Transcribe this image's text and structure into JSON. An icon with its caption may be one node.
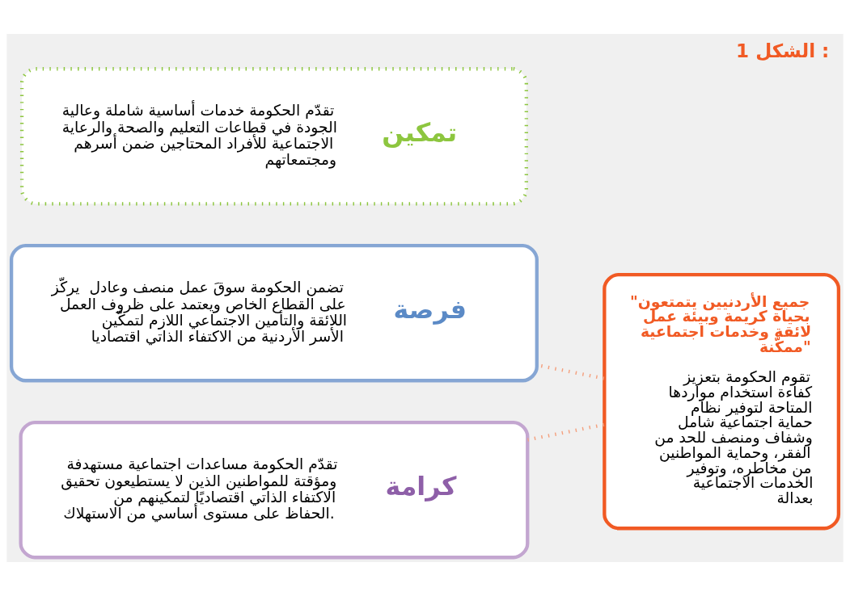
{
  "diagram": {
    "title": "الشكل 1 :",
    "nodes": [
      {
        "text": [
          "\"جميع الأردنيين يتمتعون بحياة كريمة وبيئة عمل لائقة وخدمات اجتماعية ممكّنة\"",
          "تقوم الحكومة بتعزيز كفاءة استخدام مواردها المتاحة لتوفير نظام حماية اجتماعية شامل وشفاف ومنصف للحد من الفقر، وحماية المواطنين من مخاطره، وتوفير الخدمات الاجتماعية بعدالة"
        ]
      },
      {
        "text": [
          "فرصة",
          "تضمن الحكومة سوقَ عمل منصف وعادل  يركّز على القطاع الخاص ويعتمد على ظروف العمل اللائقة والتأمين الاجتماعي اللازم لتمكّين الأسر الأردنية من الاكتفاء الذاتي اقتصاديا"
        ]
      },
      {
        "text": [
          "تمكين",
          "تقدّم الحكومة خدمات أساسية شاملة وعالية الجودة في قطاعات التعليم والصحة والرعاية الاجتماعية للأفراد المحتاجين ضمن أسرهم ومجتمعاتهم"
        ]
      },
      {
        "text": [
          "كرامة",
          "تقدّم الحكومة مساعدات اجتماعية مستهدفة ومؤقتة للمواطنين الذين لا يستطيعون تحقيق الاكتفاء الذاتي اقتصاديًا لتمكينهم من الحفاظ على مستوى أساسي من الاستهلاك."
        ]
      }
    ],
    "edges": [
      {
        "from": 0,
        "to": 1,
        "arrow": "none",
        "style": "dashed"
      },
      {
        "from": 0,
        "to": 3,
        "arrow": "none",
        "style": "dashed"
      }
    ]
  }
}
